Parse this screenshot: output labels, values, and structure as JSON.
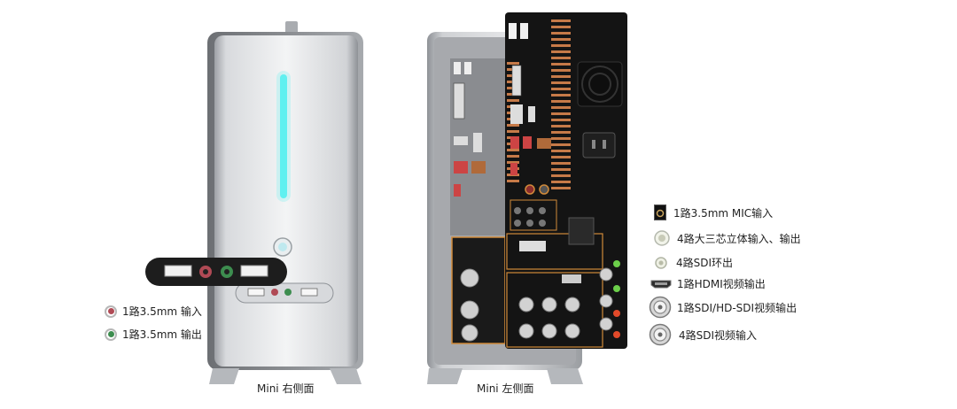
{
  "colors": {
    "jack_pink": "#b04a55",
    "jack_green": "#3d8d4f",
    "led_cyan": "#5ff0f0",
    "panel_black": "#141414",
    "panel_orange": "#d08a3a",
    "body_silver": "#c9cbcf",
    "bnc_gold": "#c9a45d"
  },
  "right_view": {
    "caption": "Mini 右侧面",
    "legend": [
      {
        "icon": "audio-jack-pink-icon",
        "label": "1路3.5mm 输入"
      },
      {
        "icon": "audio-jack-green-icon",
        "label": "1路3.5mm 输出"
      }
    ]
  },
  "left_view": {
    "caption": "Mini 左侧面",
    "legend": [
      {
        "icon": "mic-jack-icon",
        "label": "1路3.5mm MIC输入"
      },
      {
        "icon": "rca-av-jack-icon",
        "label": "4路大三芯立体输入、输出"
      },
      {
        "icon": "sdi-loop-icon",
        "label": "4路SDI环出"
      },
      {
        "icon": "hdmi-port-icon",
        "label": "1路HDMI视频输出"
      },
      {
        "icon": "bnc-output-icon",
        "label": "1路SDI/HD-SDI视频输出"
      },
      {
        "icon": "bnc-input-icon",
        "label": "4路SDI视频输入"
      }
    ]
  }
}
